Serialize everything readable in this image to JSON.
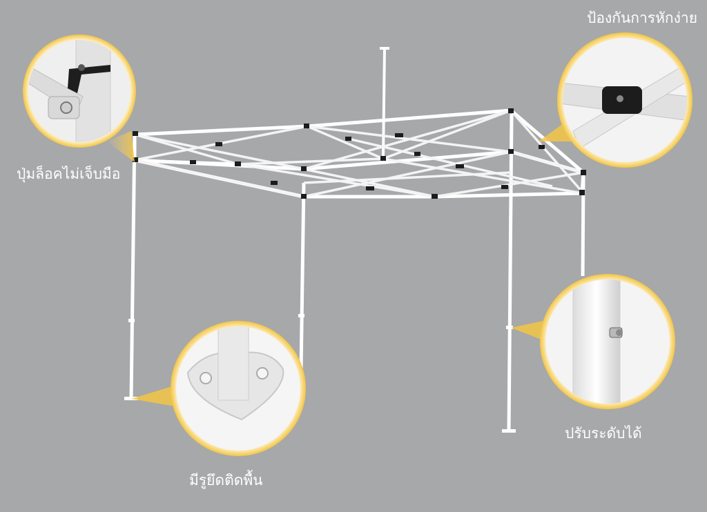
{
  "labels": {
    "top_right": "ป้องกันการหักง่าย",
    "top_left": "ปุ่มล็อคไม่เจ็บมือ",
    "bottom_right": "ปรับระดับได้",
    "bottom_center": "มีรูยึดติดพื้น"
  },
  "colors": {
    "background": "#a7a8aa",
    "frame": "#ffffff",
    "joint": "#1a1a1a",
    "callout_ring": "#f4c84a"
  },
  "callouts": [
    {
      "name": "lock-button-detail",
      "icon": "lock-button-icon"
    },
    {
      "name": "anti-break-joint-detail",
      "icon": "joint-connector-icon"
    },
    {
      "name": "base-plate-detail",
      "icon": "base-plate-icon"
    },
    {
      "name": "height-adjust-detail",
      "icon": "height-adjust-pin-icon"
    }
  ]
}
